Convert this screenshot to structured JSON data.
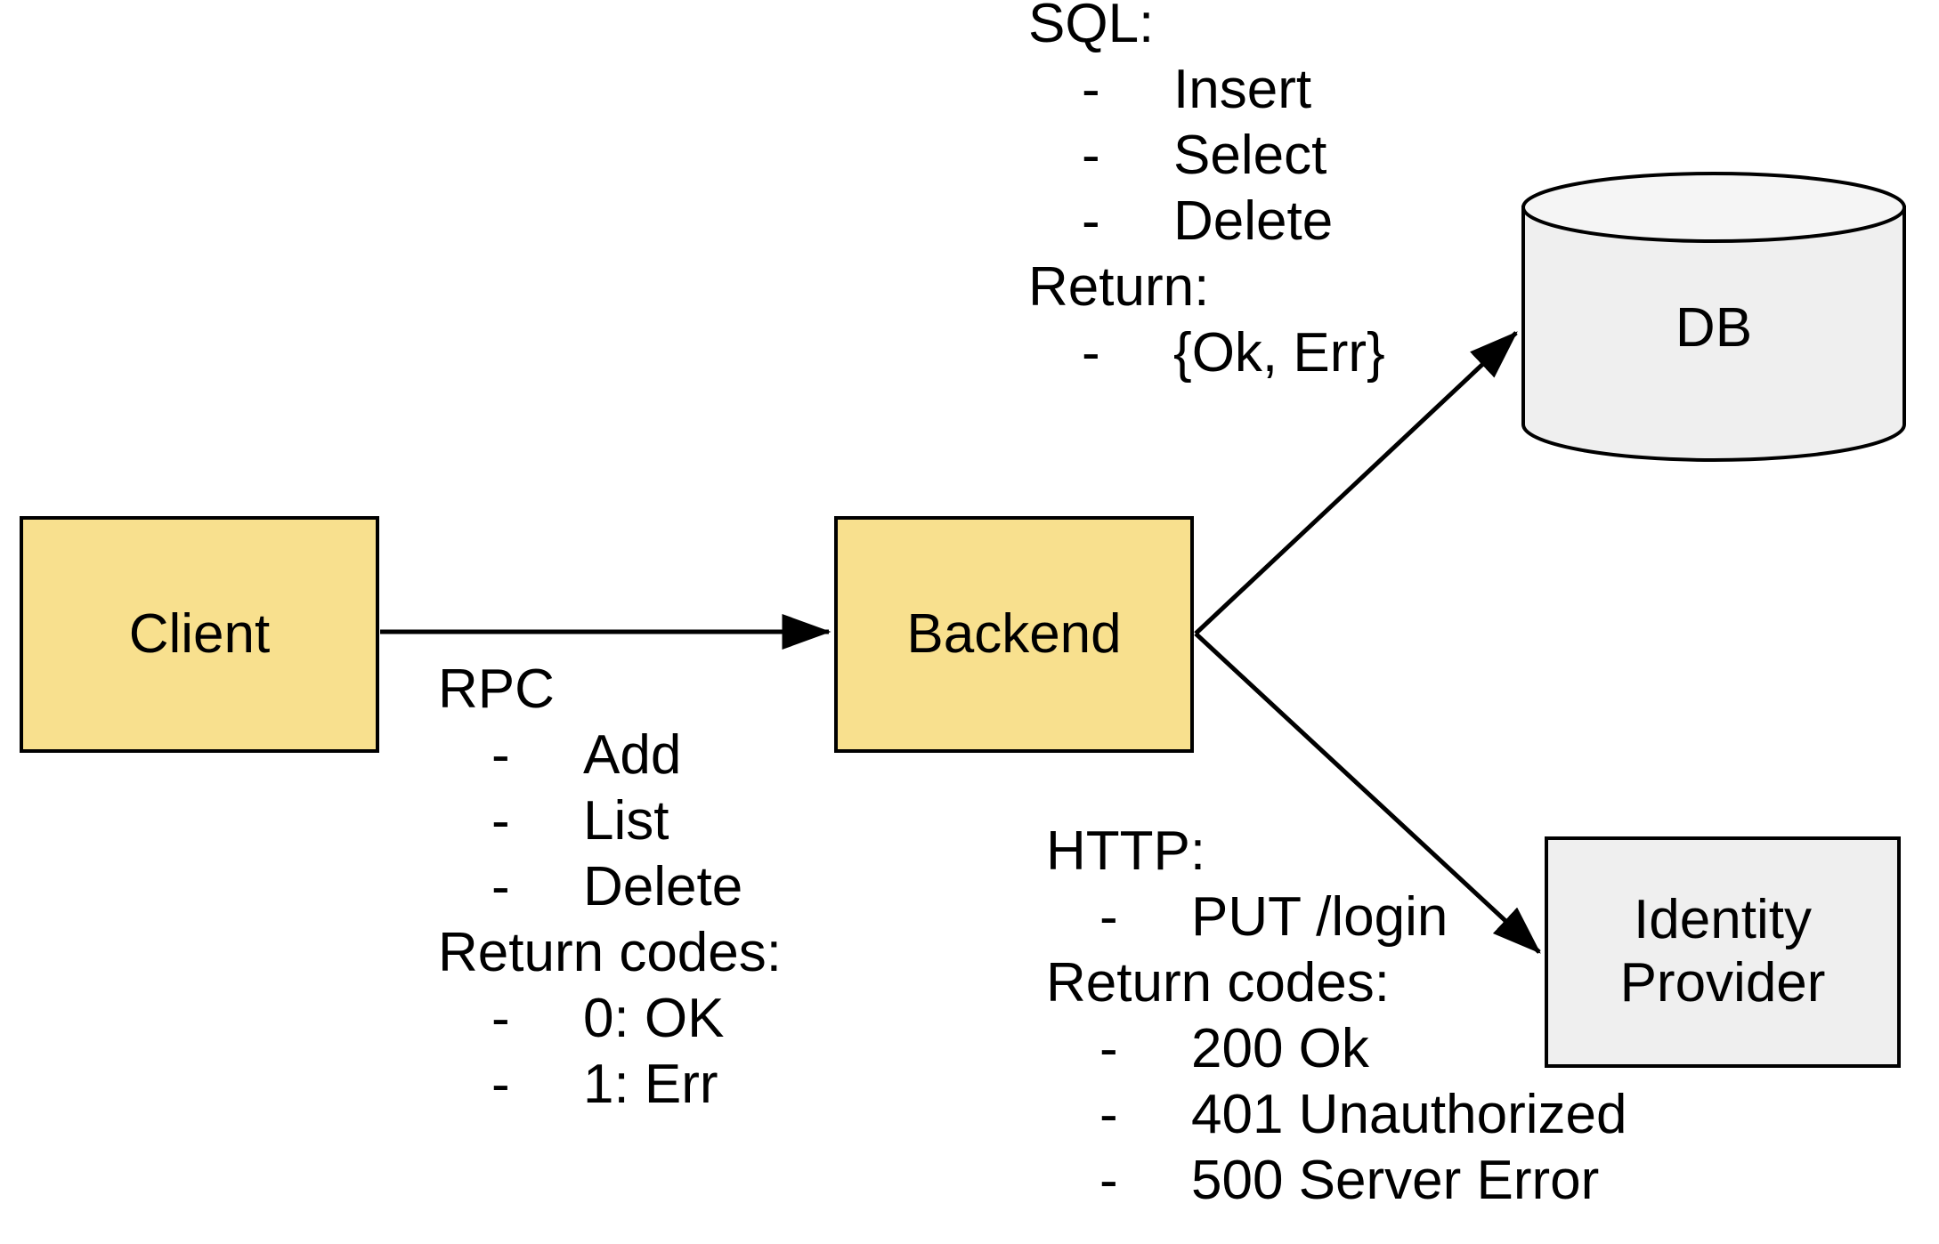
{
  "diagram": {
    "title": "Client / Backend / DB / Identity Provider architecture",
    "colors": {
      "node_yellow_fill": "#F8E08E",
      "node_gray_fill": "#EFEFEF",
      "stroke": "#000000",
      "background": "#FFFFFF"
    }
  },
  "nodes": {
    "client": {
      "label": "Client"
    },
    "backend": {
      "label": "Backend"
    },
    "db": {
      "label": "DB"
    },
    "identity_provider": {
      "label_line1": "Identity",
      "label_line2": "Provider"
    }
  },
  "annotations": {
    "sql": {
      "heading": "SQL:",
      "items": [
        "Insert",
        "Select",
        "Delete"
      ],
      "return_heading": "Return:",
      "return_items": [
        "{Ok, Err}"
      ],
      "bullet": "-"
    },
    "rpc": {
      "heading": "RPC",
      "items": [
        "Add",
        "List",
        "Delete"
      ],
      "return_heading": "Return codes:",
      "return_items": [
        "0: OK",
        "1: Err"
      ],
      "bullet": "-"
    },
    "http": {
      "heading": "HTTP:",
      "items": [
        "PUT /login"
      ],
      "return_heading": "Return codes:",
      "return_items": [
        "200 Ok",
        "401 Unauthorized",
        "500 Server Error"
      ],
      "bullet": "-"
    }
  },
  "edges": [
    {
      "id": "client-to-backend",
      "from": "client",
      "to": "backend",
      "label_ref": "rpc"
    },
    {
      "id": "backend-to-db",
      "from": "backend",
      "to": "db",
      "label_ref": "sql"
    },
    {
      "id": "backend-to-idp",
      "from": "backend",
      "to": "identity_provider",
      "label_ref": "http"
    }
  ]
}
